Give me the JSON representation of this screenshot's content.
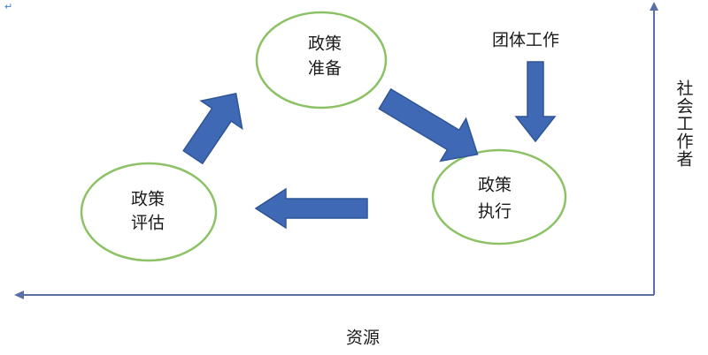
{
  "colors": {
    "circle_stroke": "#8cc265",
    "arrow_fill": "#3f68b5",
    "arrow_stroke": "#2f5597",
    "axis": "#5a6fa8",
    "text": "#1a1a1a"
  },
  "marks": {
    "corner_mark": "↵"
  },
  "nodes": {
    "preparation": {
      "line1": "政策",
      "line2": "准备"
    },
    "execution": {
      "line1": "政策",
      "line2": "执行"
    },
    "evaluation": {
      "line1": "政策",
      "line2": "评估"
    }
  },
  "labels": {
    "group_work": "团体工作",
    "social_worker": "社会工作者",
    "resources": "资源"
  }
}
